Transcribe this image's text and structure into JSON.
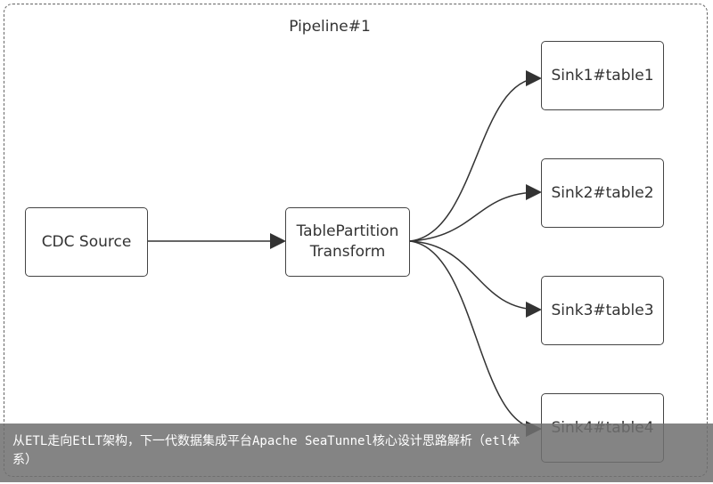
{
  "diagram": {
    "pipeline_label": "Pipeline#1",
    "nodes": {
      "source": "CDC Source",
      "transform": "TablePartitionTransform",
      "sink1": "Sink1#table1",
      "sink2": "Sink2#table2",
      "sink3": "Sink3#table3",
      "sink4": "Sink4#table4"
    }
  },
  "caption": {
    "text": "从ETL走向EtLT架构，下一代数据集成平台Apache SeaTunnel核心设计思路解析（etl体系）"
  }
}
